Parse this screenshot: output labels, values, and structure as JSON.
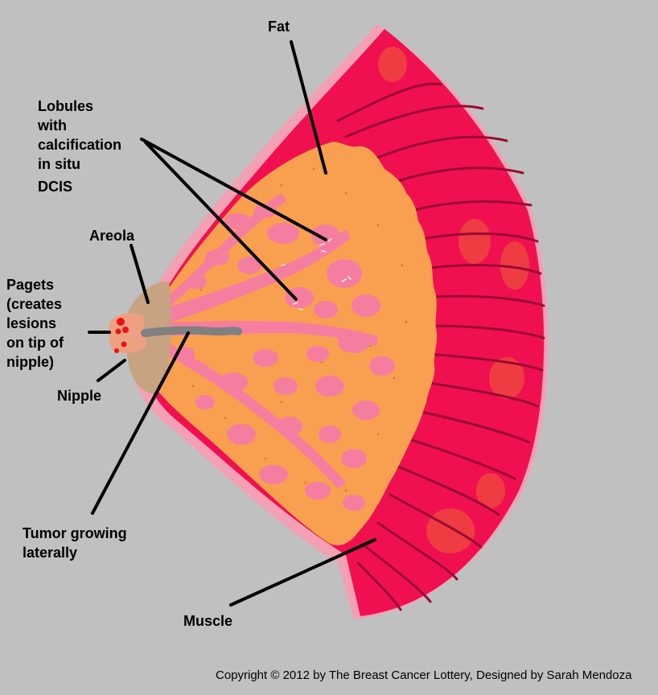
{
  "labels": {
    "fat": "Fat",
    "lobules": [
      "Lobules",
      "with",
      "calcification",
      "in situ"
    ],
    "dcis": "DCIS",
    "areola": "Areola",
    "pagets": [
      "Pagets",
      "(creates",
      "lesions",
      "on tip of",
      "nipple)"
    ],
    "nipple": "Nipple",
    "tumor": [
      "Tumor growing",
      "laterally"
    ],
    "muscle": "Muscle"
  },
  "copyright": "Copyright © 2012 by The Breast Cancer Lottery, Designed by Sarah Mendoza",
  "colors": {
    "background": "#c0c0c0",
    "muscle": "#f01050",
    "muscle_fiber": "#9a0a34",
    "muscle_patch": "#ee4440",
    "skin_edge": "#f3a0b4",
    "fat": "#f8a050",
    "lobule": "#f57da0",
    "areola": "#c7a382",
    "nipple": "#eea082",
    "tumor": "#808080",
    "lesion": "#e11",
    "leader_line": "#000000"
  }
}
